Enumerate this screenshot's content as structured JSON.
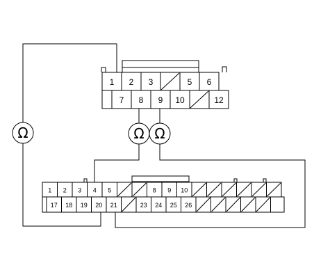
{
  "upper_connector": {
    "row1": [
      "1",
      "2",
      "3",
      "",
      "5",
      "6"
    ],
    "row2": [
      "7",
      "8",
      "9",
      "10",
      "",
      "12"
    ]
  },
  "lower_connector": {
    "row1": [
      "1",
      "2",
      "3",
      "4",
      "5",
      "",
      "",
      "8",
      "9",
      "10",
      "",
      "",
      "",
      "",
      "",
      ""
    ],
    "row2": [
      "17",
      "18",
      "19",
      "20",
      "21",
      "",
      "23",
      "24",
      "25",
      "26",
      "",
      "",
      "",
      "",
      ""
    ]
  },
  "meters": [
    "Ω",
    "Ω",
    "Ω"
  ]
}
